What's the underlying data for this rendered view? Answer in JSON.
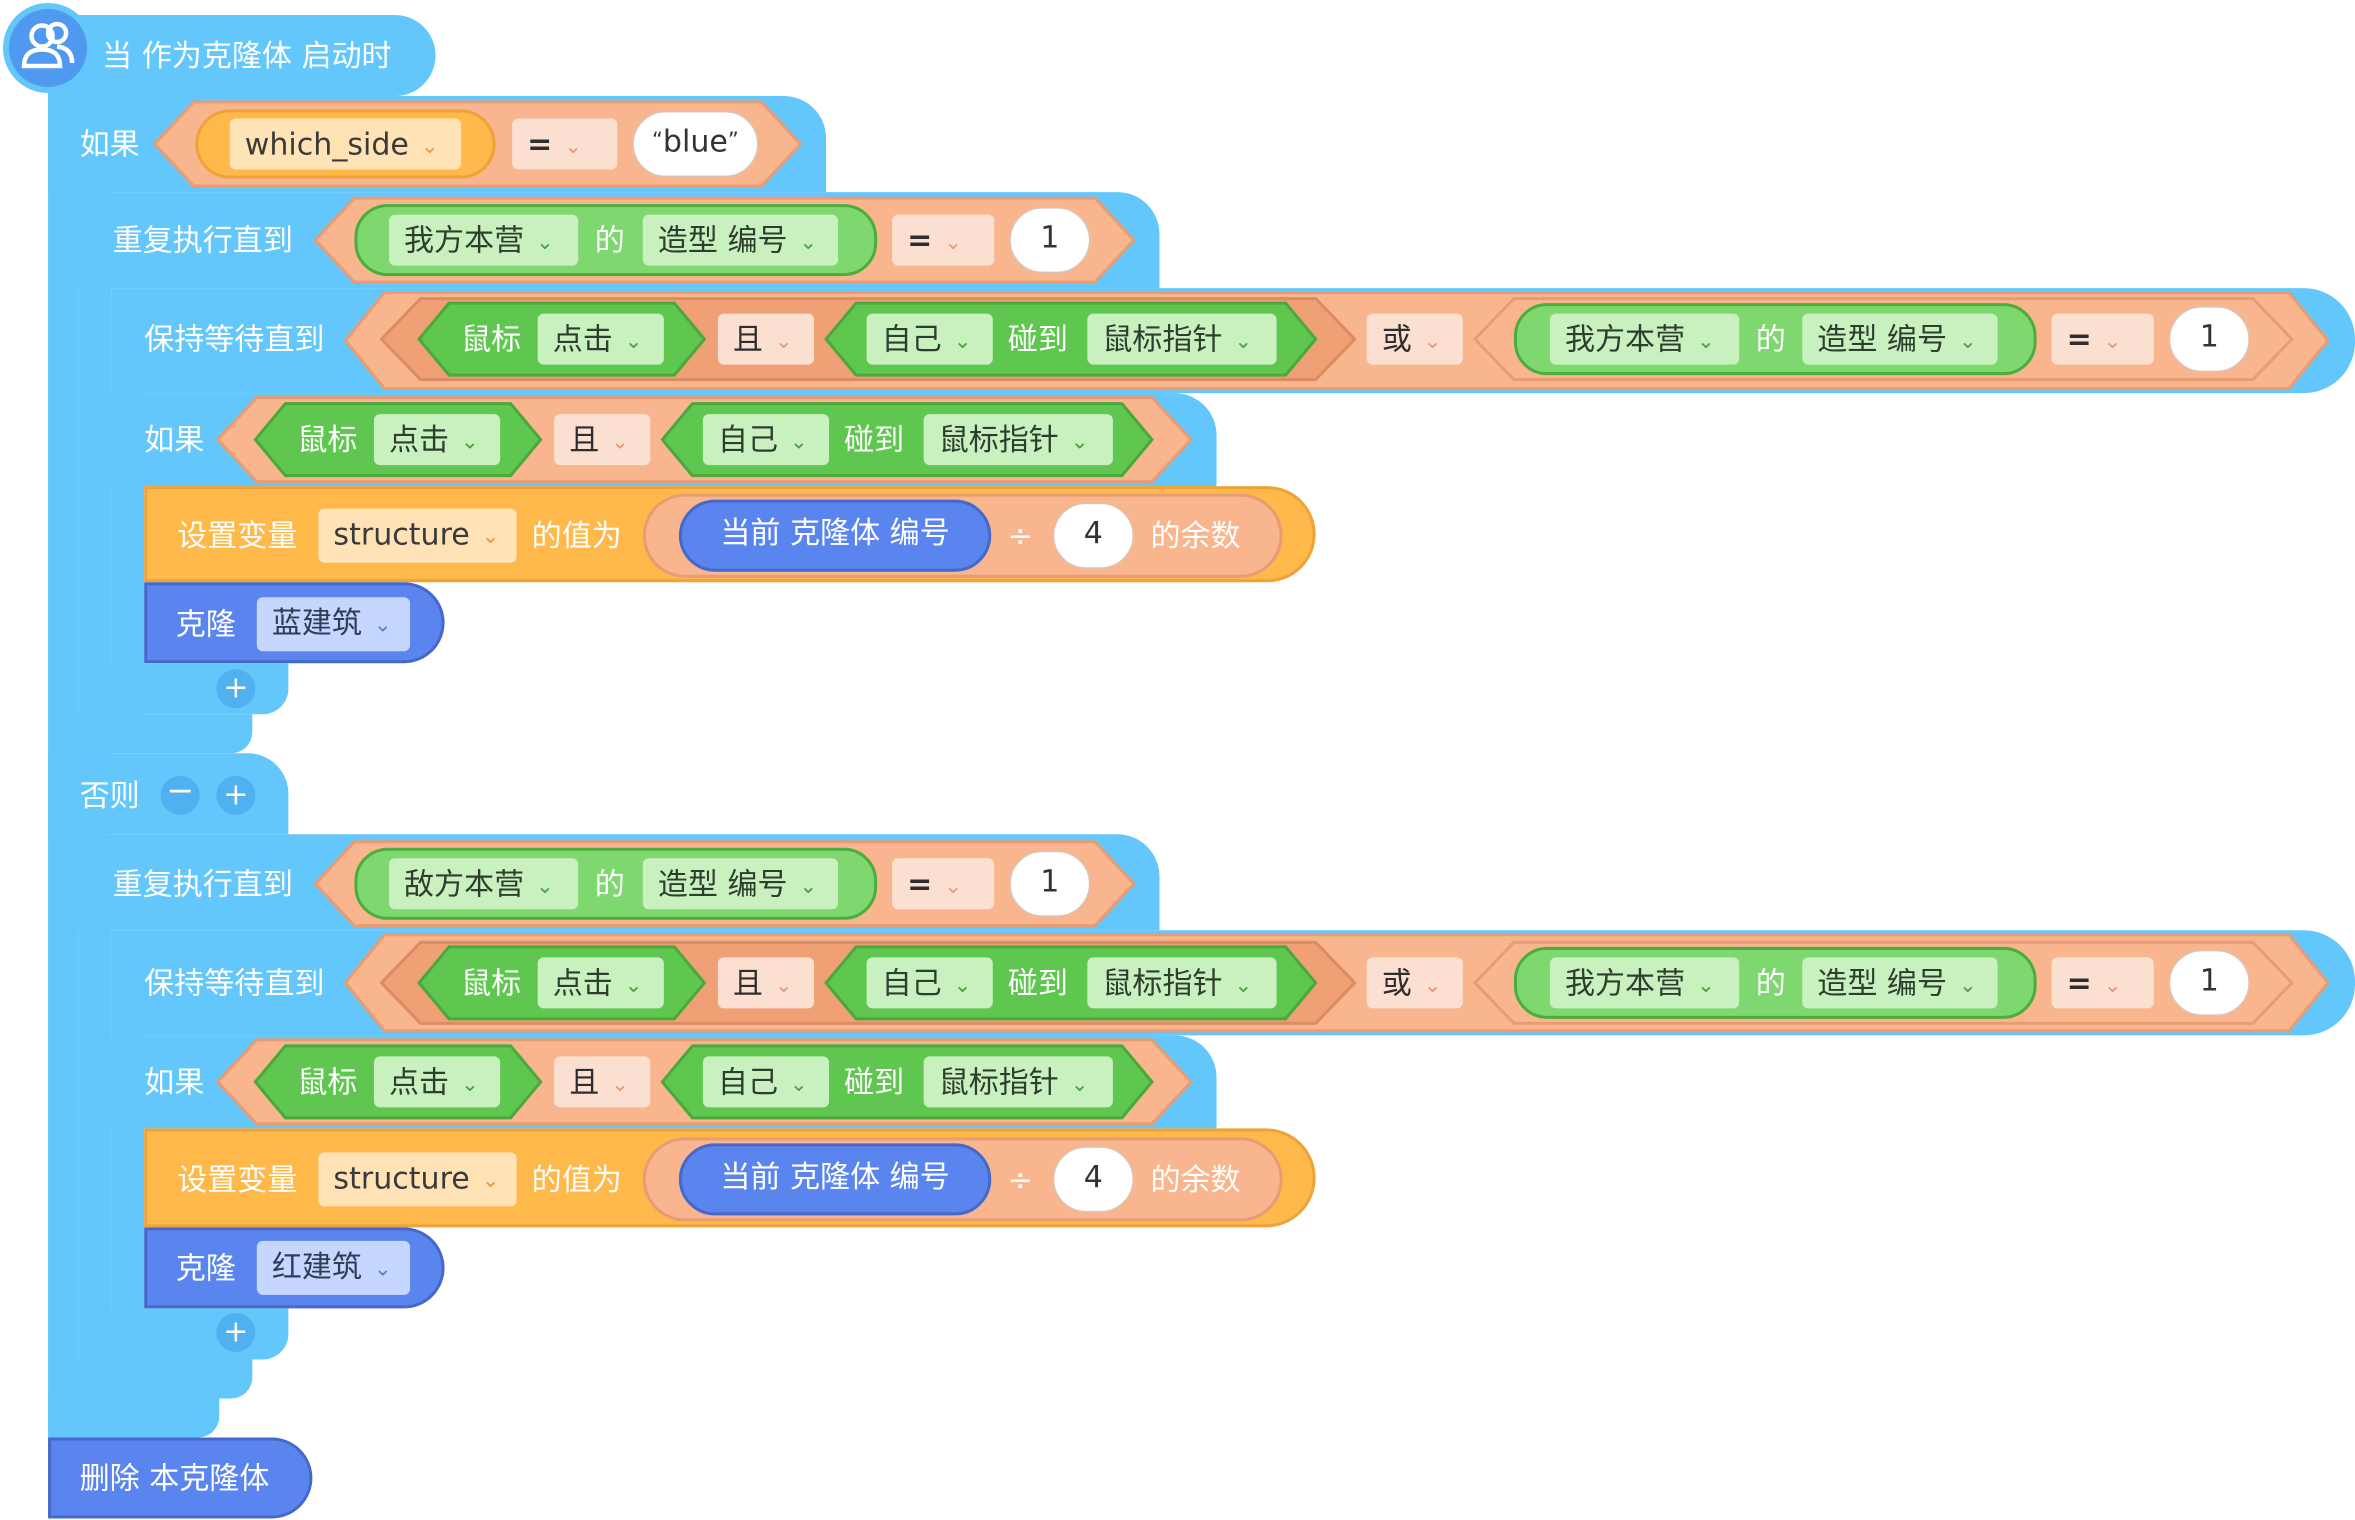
{
  "hat": {
    "label": "当 作为克隆体 启动时",
    "icon": "clone-users-icon"
  },
  "if1": {
    "label": "如果",
    "var": "which_side",
    "op": "=",
    "value": "blue",
    "quote_l": "“",
    "quote_r": "”"
  },
  "else_label": "否则",
  "branch_blue": {
    "repeat": {
      "label": "重复执行直到",
      "obj": "我方本营",
      "of": "的",
      "prop": "造型 编号",
      "op": "=",
      "value": "1"
    },
    "wait": {
      "label": "保持等待直到",
      "mouse": "鼠标",
      "click": "点击",
      "and": "且",
      "self": "自己",
      "touch": "碰到",
      "pointer": "鼠标指针",
      "or": "或",
      "obj": "我方本营",
      "of": "的",
      "prop": "造型 编号",
      "op": "=",
      "value": "1"
    },
    "if": {
      "label": "如果",
      "mouse": "鼠标",
      "click": "点击",
      "and": "且",
      "self": "自己",
      "touch": "碰到",
      "pointer": "鼠标指针"
    },
    "set": {
      "label": "设置变量",
      "var": "structure",
      "to": "的值为",
      "clone_no": "当前 克隆体 编号",
      "div": "÷",
      "divisor": "4",
      "mod": "的余数"
    },
    "clone": {
      "label": "克隆",
      "target": "蓝建筑"
    }
  },
  "branch_red": {
    "repeat": {
      "label": "重复执行直到",
      "obj": "敌方本营",
      "of": "的",
      "prop": "造型 编号",
      "op": "=",
      "value": "1"
    },
    "wait": {
      "label": "保持等待直到",
      "mouse": "鼠标",
      "click": "点击",
      "and": "且",
      "self": "自己",
      "touch": "碰到",
      "pointer": "鼠标指针",
      "or": "或",
      "obj": "我方本营",
      "of": "的",
      "prop": "造型 编号",
      "op": "=",
      "value": "1"
    },
    "if": {
      "label": "如果",
      "mouse": "鼠标",
      "click": "点击",
      "and": "且",
      "self": "自己",
      "touch": "碰到",
      "pointer": "鼠标指针"
    },
    "set": {
      "label": "设置变量",
      "var": "structure",
      "to": "的值为",
      "clone_no": "当前 克隆体 编号",
      "div": "÷",
      "divisor": "4",
      "mod": "的余数"
    },
    "clone": {
      "label": "克隆",
      "target": "红建筑"
    }
  },
  "delete": {
    "label": "删除 本克隆体"
  },
  "icons": {
    "plus": "plus-icon",
    "minus": "minus-icon",
    "chevron": "chevron-down-icon"
  },
  "glyphs": {
    "plus": "+",
    "minus": "−",
    "chevron": "⌄"
  },
  "colors": {
    "control": "#63c7fb",
    "operator": "#f9b58d",
    "sensing": "#5fc74f",
    "variable": "#ffb84a",
    "clone": "#5a85ee"
  }
}
